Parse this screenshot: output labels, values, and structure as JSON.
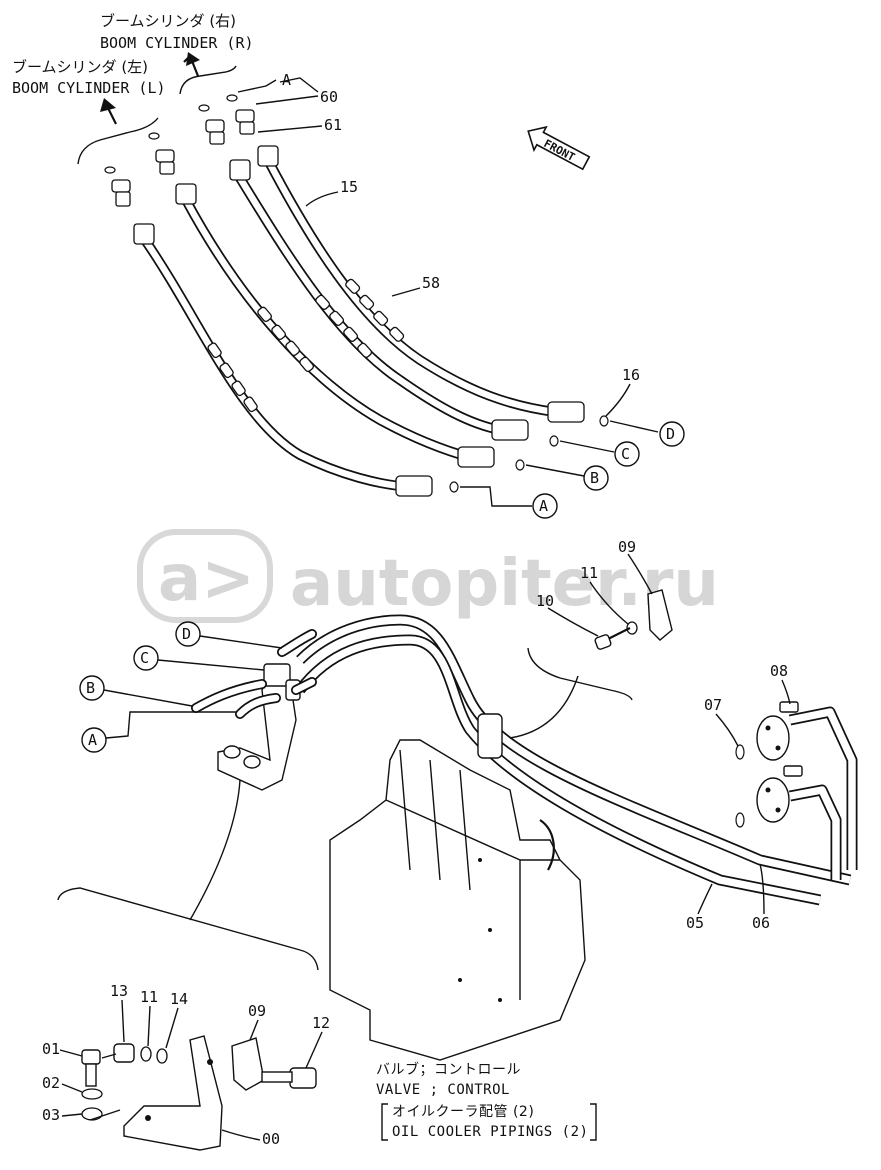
{
  "header": {
    "boom_right_jp": "ブームシリンダ (右)",
    "boom_right_en": "BOOM CYLINDER (R)",
    "boom_left_jp": "ブームシリンダ (左)",
    "boom_left_en": "BOOM CYLINDER (L)"
  },
  "direction": {
    "front_label": "FRONT"
  },
  "watermark": {
    "text": "autopiter.ru",
    "logo_text": "a>"
  },
  "part_numbers": {
    "p60": "60",
    "p61": "61",
    "p15": "15",
    "p58": "58",
    "p16": "16",
    "p09_top": "09",
    "p11_top": "11",
    "p10": "10",
    "p08": "08",
    "p07": "07",
    "p05": "05",
    "p06": "06",
    "p13": "13",
    "p11_bottom": "11",
    "p14": "14",
    "p09_bottom": "09",
    "p12": "12",
    "p01": "01",
    "p02": "02",
    "p03": "03",
    "p00": "00"
  },
  "connection_letters": {
    "a_top": "A",
    "a_circle": "A",
    "b_circle": "B",
    "c_circle": "C",
    "d_circle": "D",
    "d_left": "D",
    "c_left": "C",
    "b_left": "B",
    "a_left": "A"
  },
  "caption": {
    "valve_jp": "バルブ；コントロール",
    "valve_en": "VALVE ; CONTROL",
    "assembly_jp": "オイルクーラ配管 (2)",
    "assembly_en": "OIL COOLER PIPINGS (2)"
  },
  "icons": [
    "front-arrow-icon",
    "up-arrow-icon"
  ]
}
